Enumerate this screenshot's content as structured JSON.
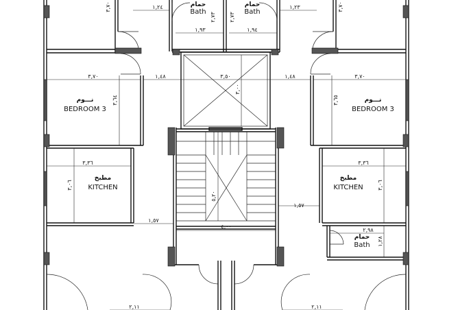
{
  "plan": {
    "rooms": {
      "bath_left": {
        "ar": "حمام",
        "en": "Bath"
      },
      "bath_right": {
        "ar": "حمام",
        "en": "Bath"
      },
      "bath_small": {
        "ar": "حمام",
        "en": "Bath"
      },
      "bedroom_left": {
        "ar": "نـــوم",
        "en": "BEDROOM 3"
      },
      "bedroom_right": {
        "ar": "نـــوم",
        "en": "BEDROOM 3"
      },
      "kitchen_left": {
        "ar": "مطبخ",
        "en": "KITCHEN"
      },
      "kitchen_right": {
        "ar": "مطبخ",
        "en": "KITCHEN"
      }
    },
    "dimensions": {
      "top_left_edge": "٣,٧٠",
      "top_right_edge": "٣,٧٠",
      "bath_left_top": "١,٢٤",
      "bath_right_top": "١,٢٣",
      "bath_left_height": "٢,٧٣",
      "bath_right_height": "٢,٧٣",
      "bath_left_width": "١,٩٣",
      "bath_right_width": "١,٩٤",
      "bedroom_left_width": "٣,٧٠",
      "bedroom_right_width": "٣,٧٠",
      "corridor_left": "١,٤٨",
      "corridor_right": "١,٤٨",
      "shaft_width": "٣,٥٠",
      "shaft_height": "٣,٠٠",
      "bedroom_left_height": "٣,٦٤",
      "bedroom_right_height": "٣,٦٥",
      "kitchen_left_width": "٣,٣٦",
      "kitchen_right_width": "٣,٣٦",
      "kitchen_left_height": "٣,٠٦",
      "kitchen_right_height": "٣,٠٦",
      "stair_height": "٥,٢٠",
      "stair_width": "٤,٠٠",
      "landing_left": "١,٥٧",
      "landing_right": "١,٥٧",
      "bath_small_width": "٢,٩٨",
      "bath_small_height": "١,٢٨",
      "bottom_left": "٢,١١",
      "bottom_right": "٢,١١"
    }
  }
}
